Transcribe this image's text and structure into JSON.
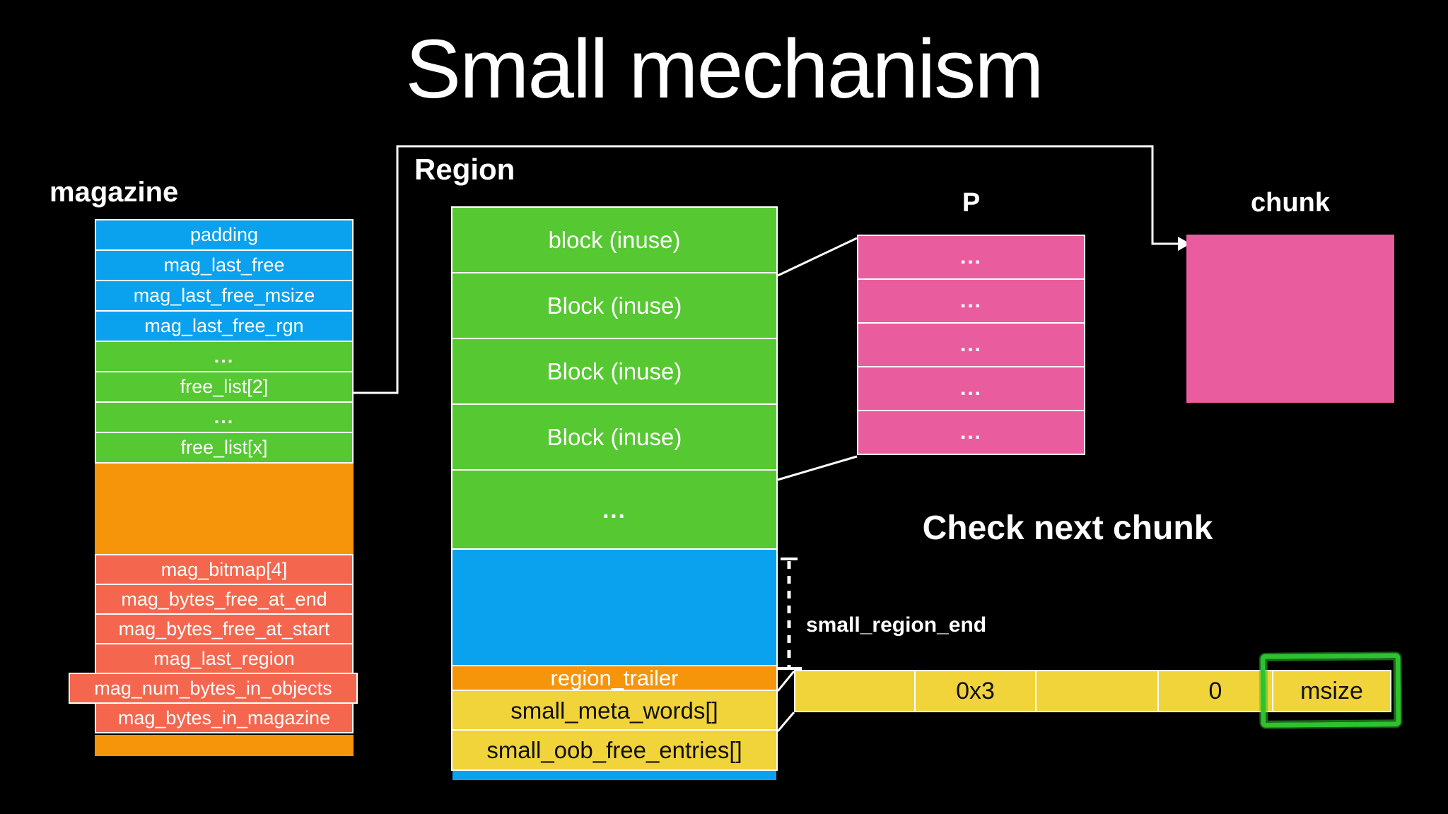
{
  "title": "Small mechanism",
  "labels": {
    "magazine": "magazine",
    "region": "Region",
    "p": "P",
    "chunk": "chunk",
    "check_next_chunk": "Check next chunk",
    "small_region_end": "small_region_end"
  },
  "magazine": {
    "cells": [
      {
        "label": "padding",
        "type": "blue"
      },
      {
        "label": "mag_last_free",
        "type": "blue"
      },
      {
        "label": "mag_last_free_msize",
        "type": "blue"
      },
      {
        "label": "mag_last_free_rgn",
        "type": "blue"
      },
      {
        "label": "...",
        "type": "green"
      },
      {
        "label": "free_list[2]",
        "type": "green"
      },
      {
        "label": "...",
        "type": "green"
      },
      {
        "label": "free_list[x]",
        "type": "green"
      },
      {
        "label": "",
        "type": "orange"
      },
      {
        "label": "mag_bitmap[4]",
        "type": "salmon"
      },
      {
        "label": "mag_bytes_free_at_end",
        "type": "salmon"
      },
      {
        "label": "mag_bytes_free_at_start",
        "type": "salmon"
      },
      {
        "label": "mag_last_region",
        "type": "salmon"
      },
      {
        "label": "mag_num_bytes_in_objects",
        "type": "salmon"
      },
      {
        "label": "mag_bytes_in_magazine",
        "type": "salmon"
      },
      {
        "label": "",
        "type": "orange"
      }
    ]
  },
  "region": {
    "blocks": [
      {
        "label": "block (inuse)",
        "type": "green"
      },
      {
        "label": "Block (inuse)",
        "type": "green"
      },
      {
        "label": "Block (inuse)",
        "type": "green"
      },
      {
        "label": "Block (inuse)",
        "type": "green"
      },
      {
        "label": "...",
        "type": "green"
      },
      {
        "label": "",
        "type": "blue"
      },
      {
        "label": "region_trailer",
        "type": "orange"
      },
      {
        "label": "small_meta_words[]",
        "type": "yellow"
      },
      {
        "label": "small_oob_free_entries[]",
        "type": "yellow"
      },
      {
        "label": "",
        "type": "blue"
      }
    ]
  },
  "p_column": {
    "rows": [
      {
        "label": "..."
      },
      {
        "label": "..."
      },
      {
        "label": "..."
      },
      {
        "label": "..."
      },
      {
        "label": "..."
      }
    ]
  },
  "chunk_row": {
    "cells": [
      {
        "label": ""
      },
      {
        "label": "0x3"
      },
      {
        "label": ""
      },
      {
        "label": "0"
      },
      {
        "label": "msize"
      }
    ],
    "highlighted_cell": "msize"
  },
  "colors": {
    "background": "#000000",
    "blue": "#0aa1ef",
    "green": "#56c832",
    "orange": "#f6940a",
    "salmon": "#f4674e",
    "pink": "#e95d9e",
    "yellow": "#f1d33a",
    "highlight_green": "#2fc22f",
    "line": "#ffffff"
  }
}
